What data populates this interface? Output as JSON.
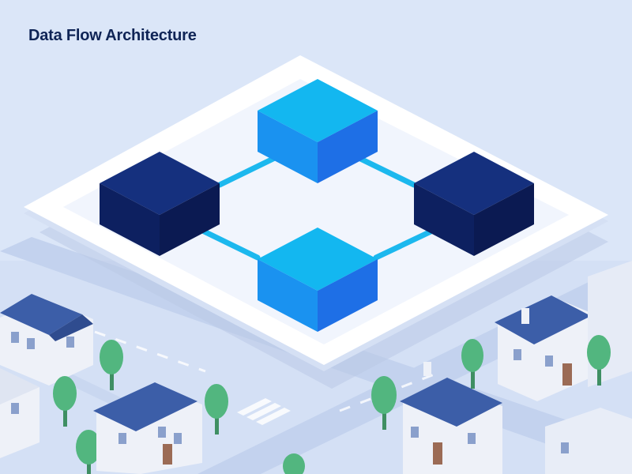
{
  "header": {
    "title": "Data Flow Architecture"
  },
  "colors": {
    "background": "#dbe6f8",
    "platform": "#ffffff",
    "platform_edge": "#d5e0f4",
    "cube_light_top": "#13b7f0",
    "cube_light_left": "#1a92f0",
    "cube_light_right": "#1e6fe6",
    "cube_dark_top": "#15307e",
    "cube_dark_left": "#0d2060",
    "cube_dark_right": "#0b1a52",
    "connector": "#1cb8ee",
    "house_wall": "#eef1f8",
    "house_roof": "#3c5ea8",
    "tree": "#52b67f",
    "road": "#b9c9e8"
  },
  "diagram": {
    "nodes": [
      {
        "id": "top-node",
        "shade": "light"
      },
      {
        "id": "left-node",
        "shade": "dark"
      },
      {
        "id": "right-node",
        "shade": "dark"
      },
      {
        "id": "bottom-node",
        "shade": "light"
      }
    ],
    "edges": [
      {
        "from": "top-node",
        "to": "left-node"
      },
      {
        "from": "top-node",
        "to": "right-node"
      },
      {
        "from": "left-node",
        "to": "bottom-node"
      },
      {
        "from": "right-node",
        "to": "bottom-node"
      }
    ]
  }
}
